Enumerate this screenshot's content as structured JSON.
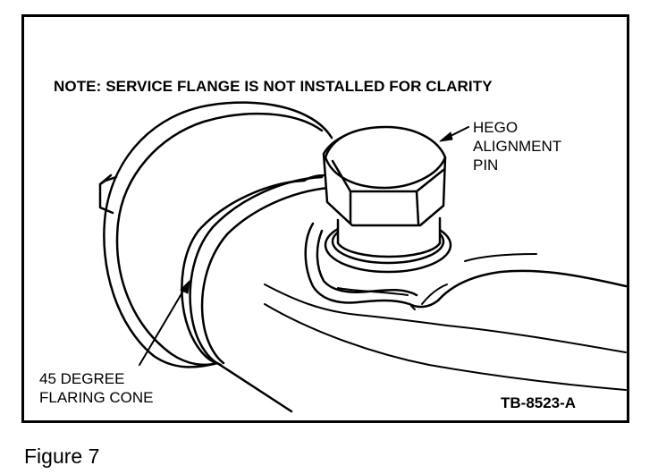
{
  "note": "NOTE: SERVICE FLANGE IS NOT INSTALLED FOR CLARITY",
  "callouts": {
    "hego_pin": [
      "HEGO",
      "ALIGNMENT",
      "PIN"
    ],
    "flaring_cone": [
      "45 DEGREE",
      "FLARING CONE"
    ]
  },
  "figure_code": "TB-8523-A",
  "caption": "Figure 7",
  "colors": {
    "ink": "#000000",
    "paper": "#ffffff"
  }
}
